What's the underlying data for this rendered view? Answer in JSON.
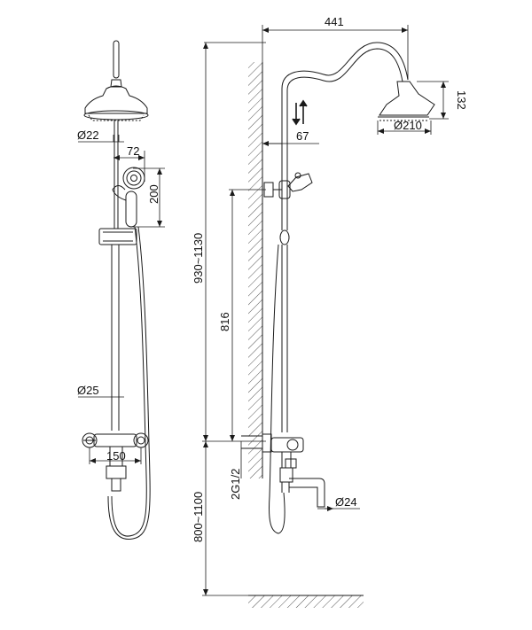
{
  "dimensions": {
    "top_width": "441",
    "head_height": "132",
    "head_diameter": "Ø210",
    "wall_offset": "67",
    "upper_pipe_diameter": "Ø22",
    "handshower_width": "72",
    "handshower_height": "200",
    "riser_length": "816",
    "lower_pipe_diameter": "Ø25",
    "mixer_centers": "150",
    "inlet_thread": "2G1/2",
    "spout_diameter": "Ø24",
    "total_height_range": "930~1130",
    "mount_height_range": "800~1100"
  },
  "colors": {
    "line": "#1a1a1a",
    "hatch": "#555555",
    "background": "#ffffff"
  }
}
